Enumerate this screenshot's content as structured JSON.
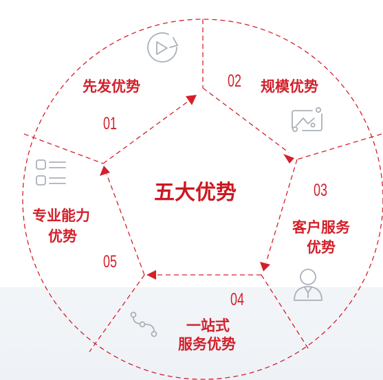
{
  "center": {
    "title": "五大优势"
  },
  "segments": [
    {
      "number": "01",
      "label": "先发优势",
      "icon": "play-refresh-icon"
    },
    {
      "number": "02",
      "label": "规模优势",
      "icon": "line-chart-icon"
    },
    {
      "number": "03",
      "label_lines": [
        "客户服务",
        "优势"
      ],
      "icon": "person-tie-icon"
    },
    {
      "number": "04",
      "label_lines": [
        "一站式",
        "服务优势"
      ],
      "icon": "route-nodes-icon"
    },
    {
      "number": "05",
      "label_lines": [
        "专业能力",
        "优势"
      ],
      "icon": "list-grid-icon"
    }
  ],
  "colors": {
    "accent": "#d3202a",
    "icon_gray": "#a9b0b8",
    "bottom_band": "#eff3f7"
  }
}
